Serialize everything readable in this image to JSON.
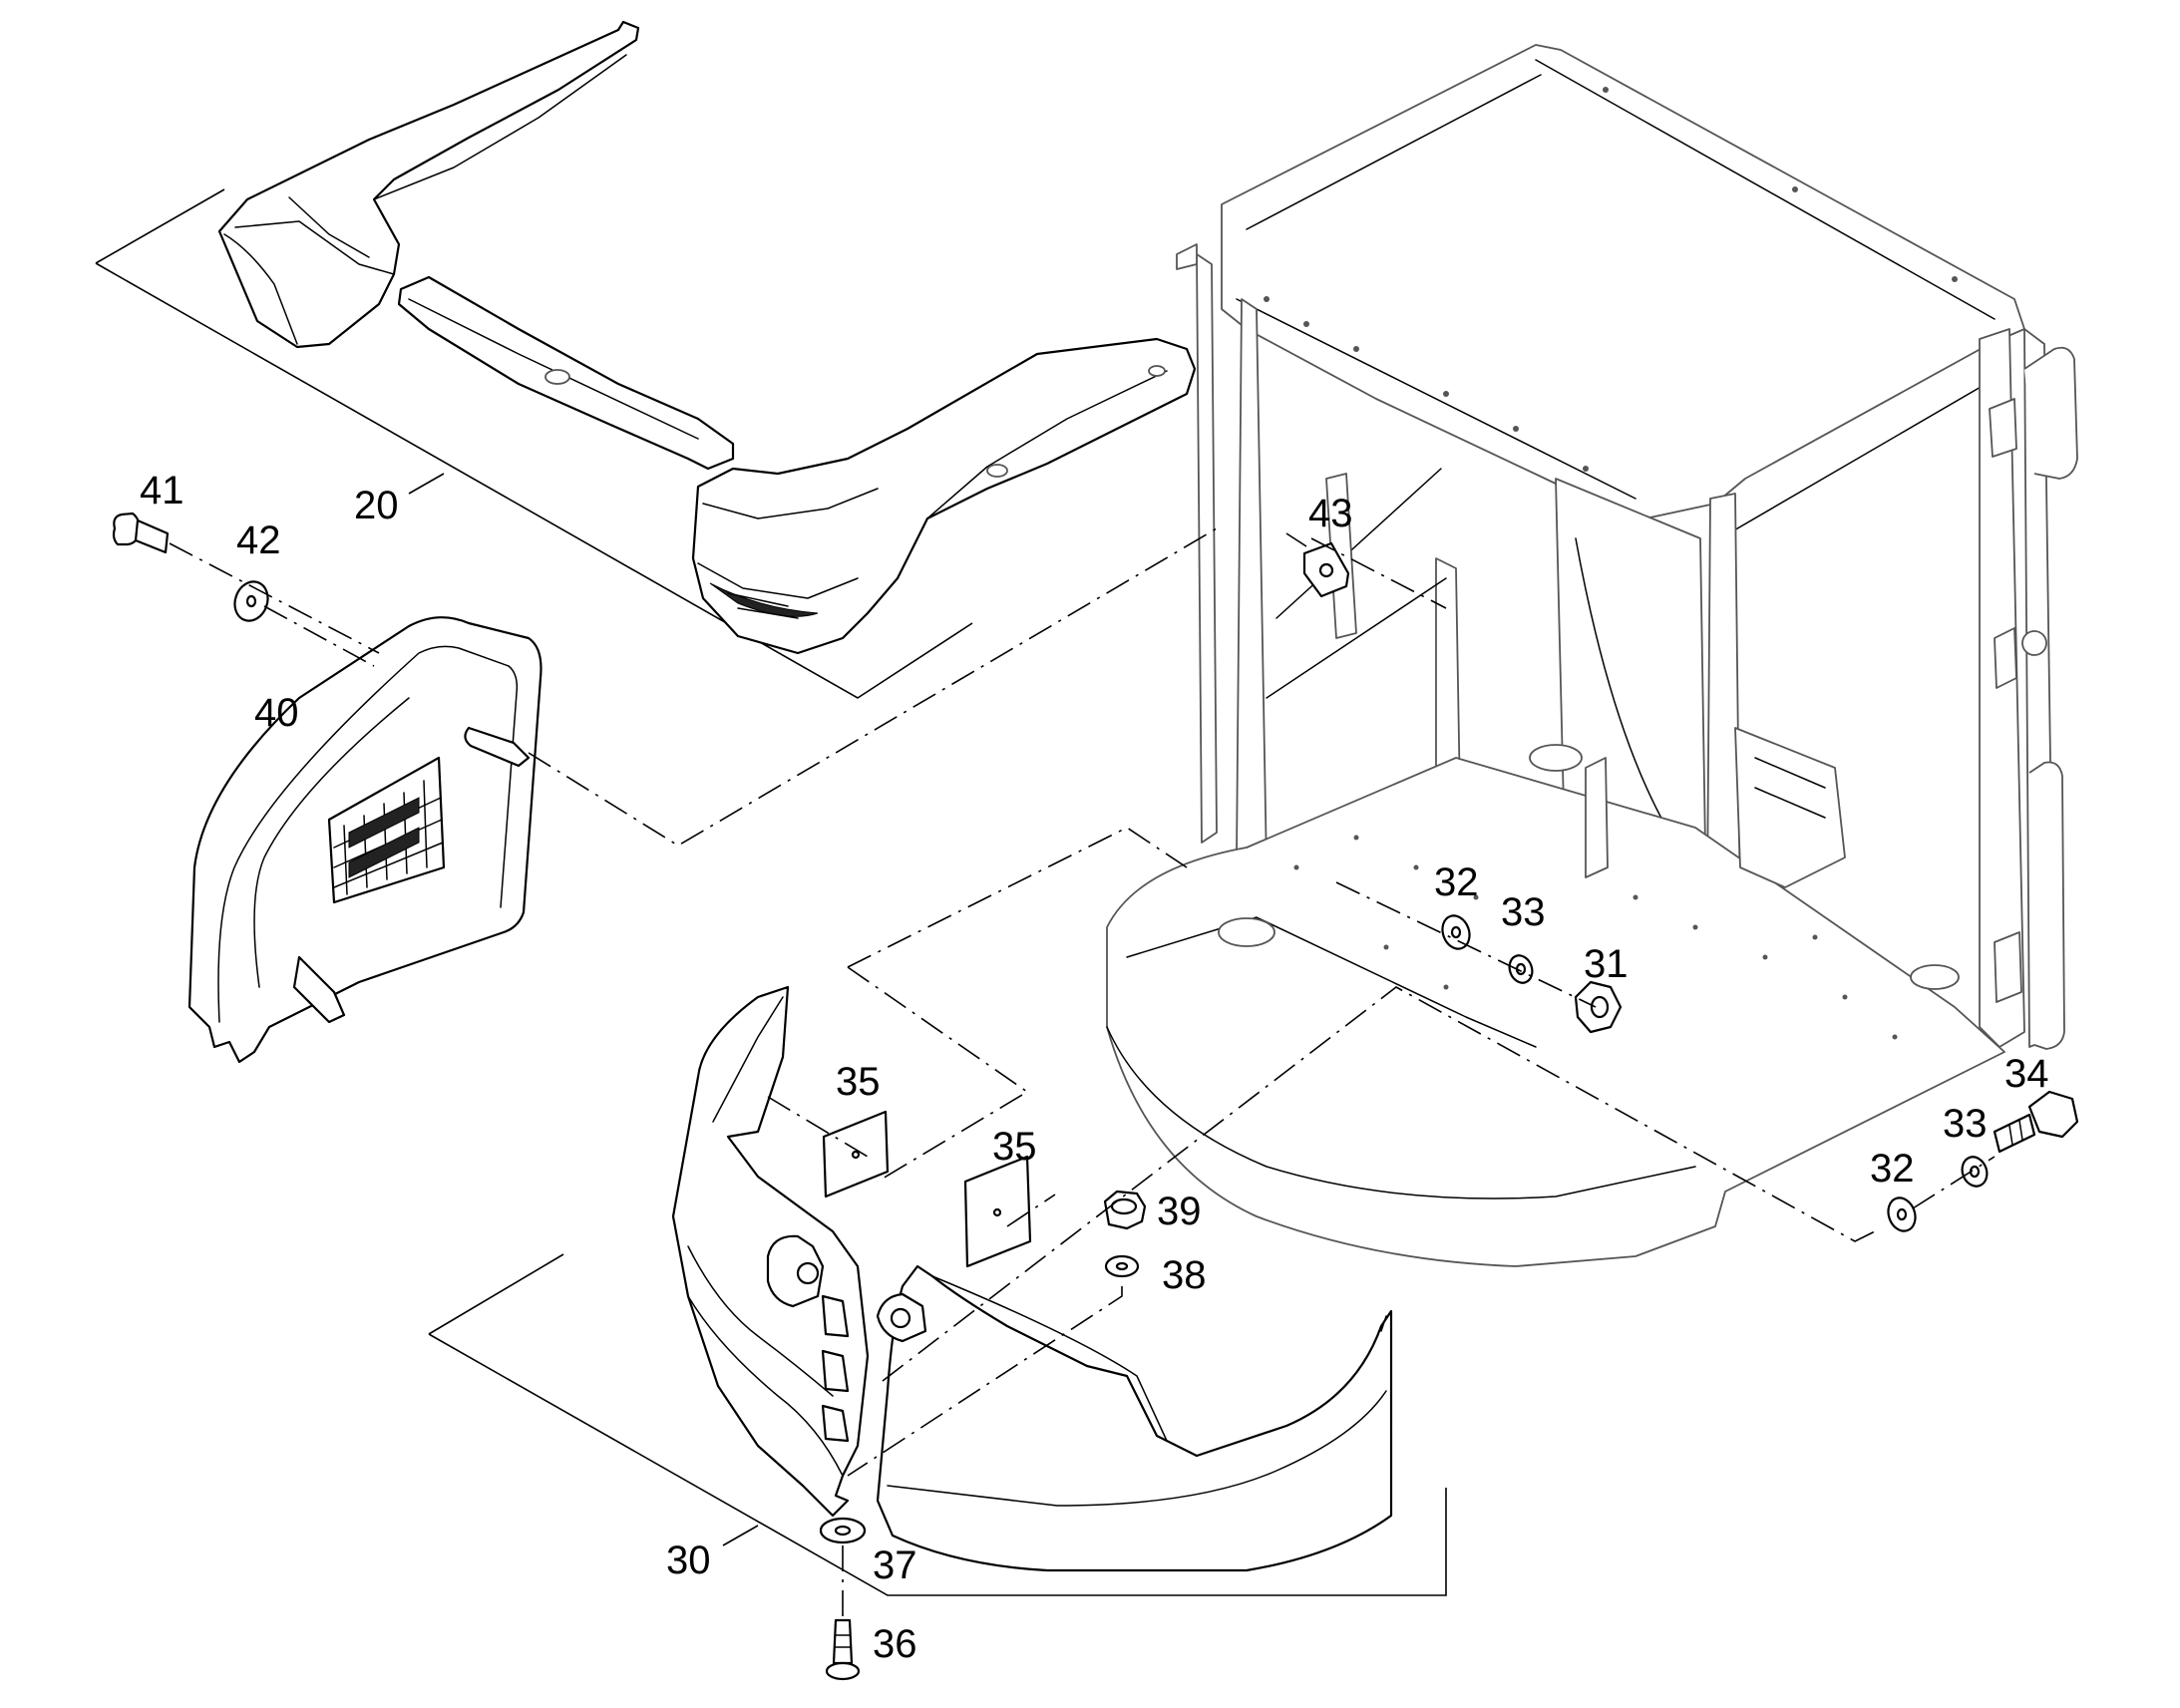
{
  "callouts": {
    "c20": "20",
    "c30": "30",
    "c31": "31",
    "c32a": "32",
    "c32b": "32",
    "c33a": "33",
    "c33b": "33",
    "c34": "34",
    "c35a": "35",
    "c35b": "35",
    "c36": "36",
    "c37": "37",
    "c38": "38",
    "c39": "39",
    "c40": "40",
    "c41": "41",
    "c42": "42",
    "c43": "43"
  },
  "parts": [
    {
      "id": "20",
      "name": "upper-duct-assembly"
    },
    {
      "id": "30",
      "name": "counterweight-cover-assembly"
    },
    {
      "id": "31",
      "name": "hex-nut"
    },
    {
      "id": "32",
      "name": "washer"
    },
    {
      "id": "33",
      "name": "washer"
    },
    {
      "id": "34",
      "name": "hex-bolt"
    },
    {
      "id": "35",
      "name": "pad"
    },
    {
      "id": "36",
      "name": "bolt"
    },
    {
      "id": "37",
      "name": "washer"
    },
    {
      "id": "38",
      "name": "washer"
    },
    {
      "id": "39",
      "name": "nut"
    },
    {
      "id": "40",
      "name": "side-panel"
    },
    {
      "id": "41",
      "name": "screw"
    },
    {
      "id": "42",
      "name": "washer"
    },
    {
      "id": "43",
      "name": "clip-nut"
    }
  ]
}
